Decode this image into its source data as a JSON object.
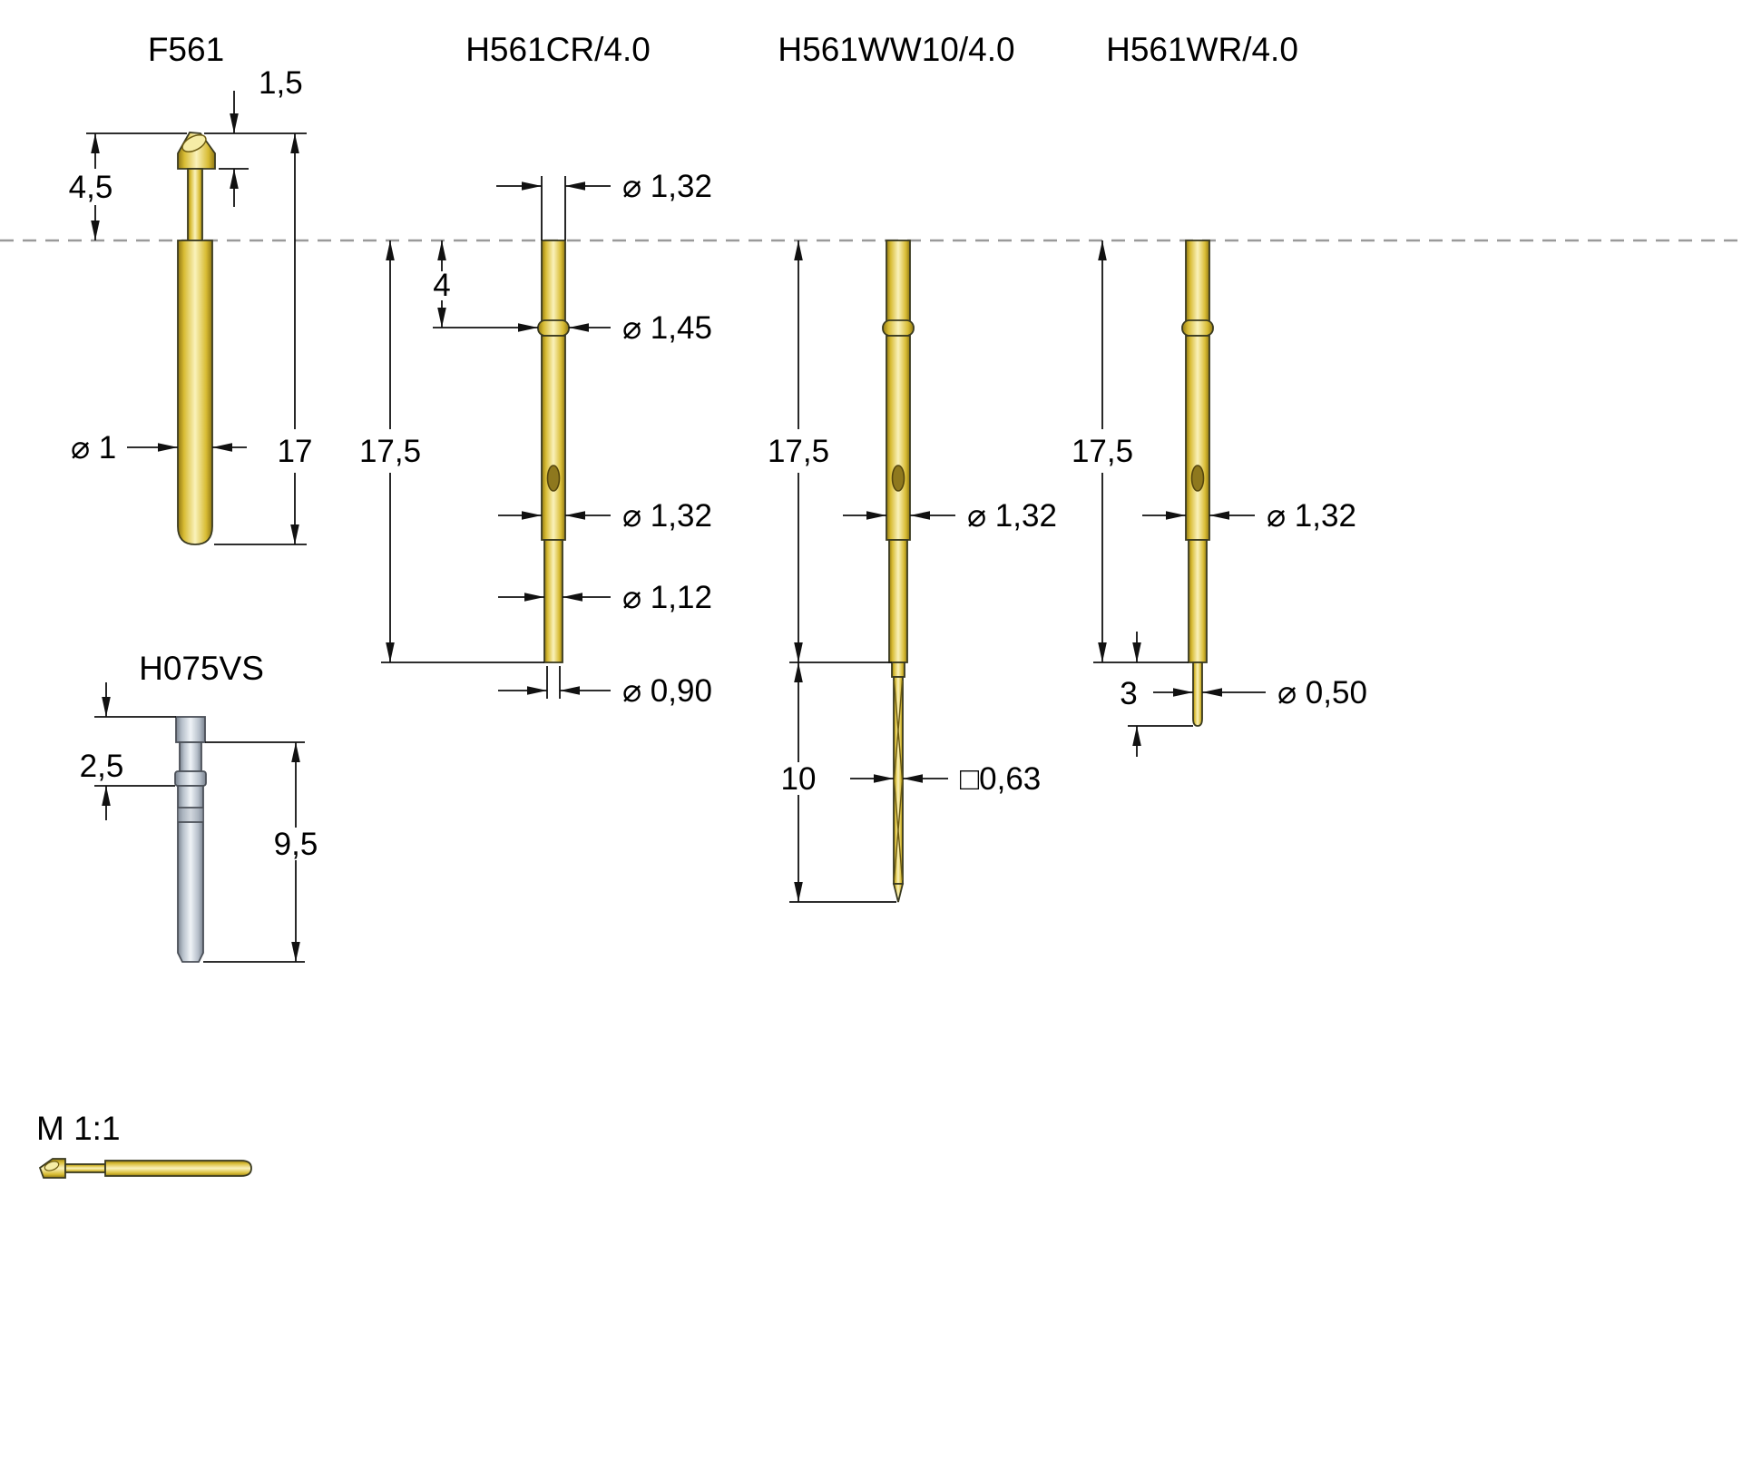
{
  "colors": {
    "gold_light": "#faf2bb",
    "gold_mid": "#d8bc34",
    "gold_dark": "#8f7712",
    "silver_light": "#eff3f7",
    "silver_dark": "#79828e",
    "line": "#111111",
    "datum_line": "#9a9a9a",
    "background": "#ffffff"
  },
  "figures": {
    "f561": {
      "title": "F561",
      "dims": {
        "tip_height": "1,5",
        "head_length": "4,5",
        "shaft_dia": "⌀ 1",
        "body_length": "17"
      }
    },
    "h561cr": {
      "title": "H561CR/4.0",
      "dims": {
        "top_dia": "⌀ 1,32",
        "collar_offset": "4",
        "collar_dia": "⌀ 1,45",
        "length": "17,5",
        "body_dia": "⌀ 1,32",
        "lower_dia": "⌀ 1,12",
        "bottom_dia": "⌀ 0,90"
      }
    },
    "h561ww10": {
      "title": "H561WW10/4.0",
      "dims": {
        "length": "17,5",
        "body_dia": "⌀ 1,32",
        "post_length": "10",
        "post_square": "□0,63"
      }
    },
    "h561wr": {
      "title": "H561WR/4.0",
      "dims": {
        "length": "17,5",
        "body_dia": "⌀ 1,32",
        "tail_length": "3",
        "tail_dia": "⌀ 0,50"
      }
    },
    "h075vs": {
      "title": "H075VS",
      "dims": {
        "head_height": "2,5",
        "body_length": "9,5"
      }
    },
    "scale_note": "M 1:1"
  }
}
